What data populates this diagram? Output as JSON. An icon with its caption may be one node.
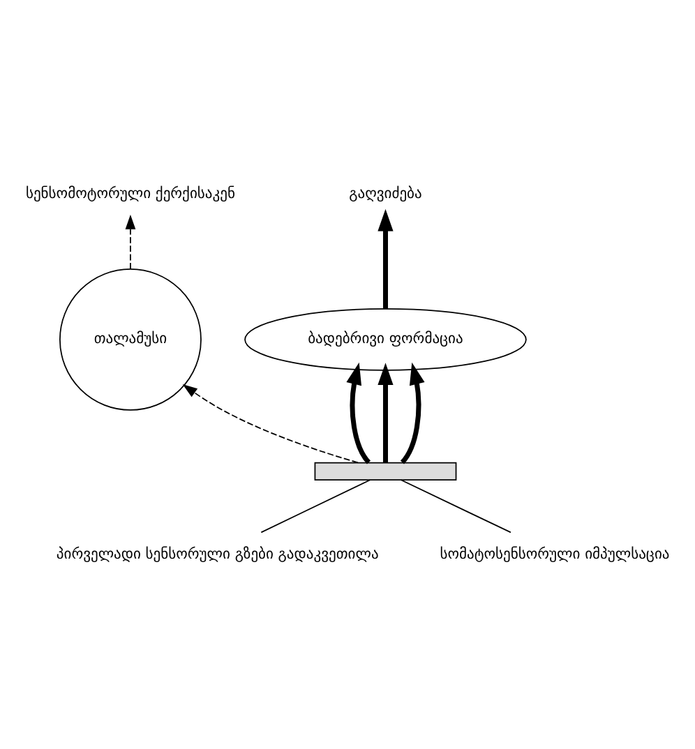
{
  "diagram": {
    "nodes": [
      {
        "text": [
          "თალამუსი"
        ]
      },
      {
        "text": [
          "სენსომოტორული ქერქისაკენ"
        ]
      },
      {
        "text": [
          "გაღვიძება"
        ]
      },
      {
        "text": [
          "ბადებრივი ფორმაცია"
        ]
      },
      {
        "text": [
          "პირველადი სენსორული გზები გადაკვეთილა"
        ]
      },
      {
        "text": [
          "სომატოსენსორული იმპულსაცია"
        ]
      },
      {
        "text": [],
        "shape": "bar"
      }
    ],
    "edges": [
      {
        "from": 6,
        "to": 0,
        "arrow": "to",
        "style": "dashed"
      },
      {
        "from": 0,
        "to": 1,
        "arrow": "to",
        "style": "dashed"
      },
      {
        "from": 6,
        "to": 3,
        "arrow": "to",
        "style": "thick"
      },
      {
        "from": 6,
        "to": 3,
        "arrow": "to",
        "style": "thick"
      },
      {
        "from": 6,
        "to": 3,
        "arrow": "to",
        "style": "thick"
      },
      {
        "from": 3,
        "to": 2,
        "arrow": "to",
        "style": "thick"
      },
      {
        "from": 4,
        "to": 6,
        "arrow": "none"
      },
      {
        "from": 5,
        "to": 6,
        "arrow": "none"
      }
    ]
  }
}
